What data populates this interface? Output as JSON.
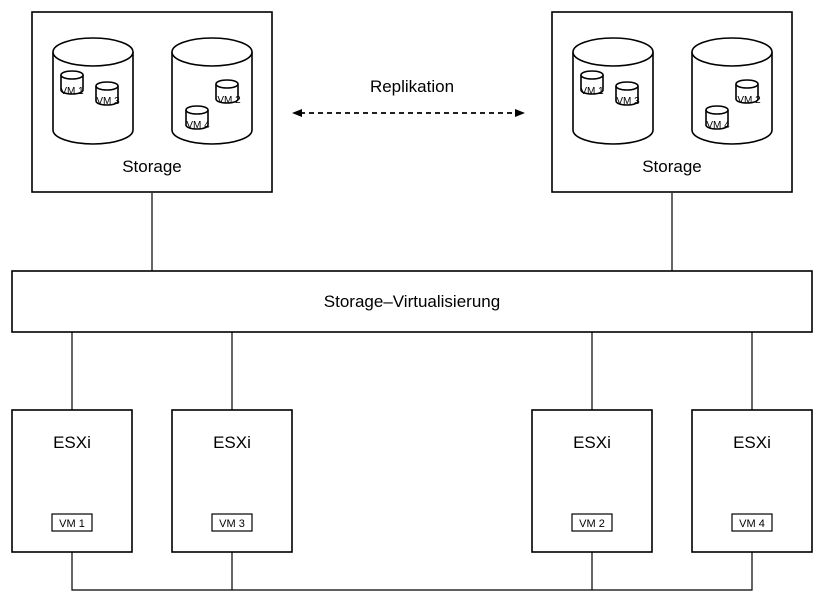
{
  "replication_label": "Replikation",
  "virtualization_label": "Storage–Virtualisierung",
  "storages": [
    {
      "label": "Storage",
      "drives": [
        {
          "vms": [
            "VM 1",
            "VM 3"
          ]
        },
        {
          "vms": [
            "VM 2",
            "VM 4"
          ]
        }
      ]
    },
    {
      "label": "Storage",
      "drives": [
        {
          "vms": [
            "VM 1",
            "VM 3"
          ]
        },
        {
          "vms": [
            "VM 2",
            "VM 4"
          ]
        }
      ]
    }
  ],
  "hosts": [
    {
      "label": "ESXi",
      "vm": "VM 1"
    },
    {
      "label": "ESXi",
      "vm": "VM 3"
    },
    {
      "label": "ESXi",
      "vm": "VM 2"
    },
    {
      "label": "ESXi",
      "vm": "VM 4"
    }
  ]
}
